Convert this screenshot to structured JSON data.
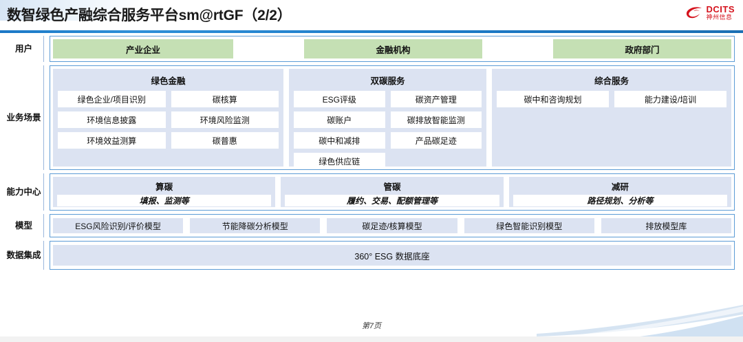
{
  "header": {
    "title": "数智绿色产融综合服务平台sm@rtGF（2/2）",
    "logo_en": "DCITS",
    "logo_cn": "神州信息",
    "logo_icon": "dcits-swoosh-icon",
    "brand_color": "#d5121c",
    "accent_color": "#1b78c6"
  },
  "rows": {
    "user": {
      "label": "用户",
      "chips": [
        "产业企业",
        "金融机构",
        "政府部门"
      ],
      "chip_color": "#c5e0b4"
    },
    "business": {
      "label": "业务场景",
      "panels": [
        {
          "title": "绿色金融",
          "cells": [
            "绿色企业/项目识别",
            "碳核算",
            "环境信息披露",
            "环境风险监测",
            "环境效益测算",
            "碳普惠"
          ]
        },
        {
          "title": "双碳服务",
          "cells": [
            "ESG评级",
            "碳资产管理",
            "碳账户",
            "碳排放智能监测",
            "碳中和减排",
            "产品碳足迹",
            "绿色供应链"
          ]
        },
        {
          "title": "综合服务",
          "cells": [
            "碳中和咨询规划",
            "能力建设/培训"
          ]
        }
      ]
    },
    "capability": {
      "label": "能力中心",
      "items": [
        {
          "title": "算碳",
          "sub": "填报、监测等"
        },
        {
          "title": "管碳",
          "sub": "履约、交易、配额管理等"
        },
        {
          "title": "减研",
          "sub": "路径规划、分析等"
        }
      ]
    },
    "model": {
      "label": "模型",
      "chips": [
        "ESG风险识别/评价模型",
        "节能降碳分析模型",
        "碳足迹/核算模型",
        "绿色智能识别模型",
        "排放模型库"
      ]
    },
    "data": {
      "label": "数据集成",
      "bar": "360° ESG 数据底座"
    }
  },
  "footer": {
    "page": "第7页"
  }
}
